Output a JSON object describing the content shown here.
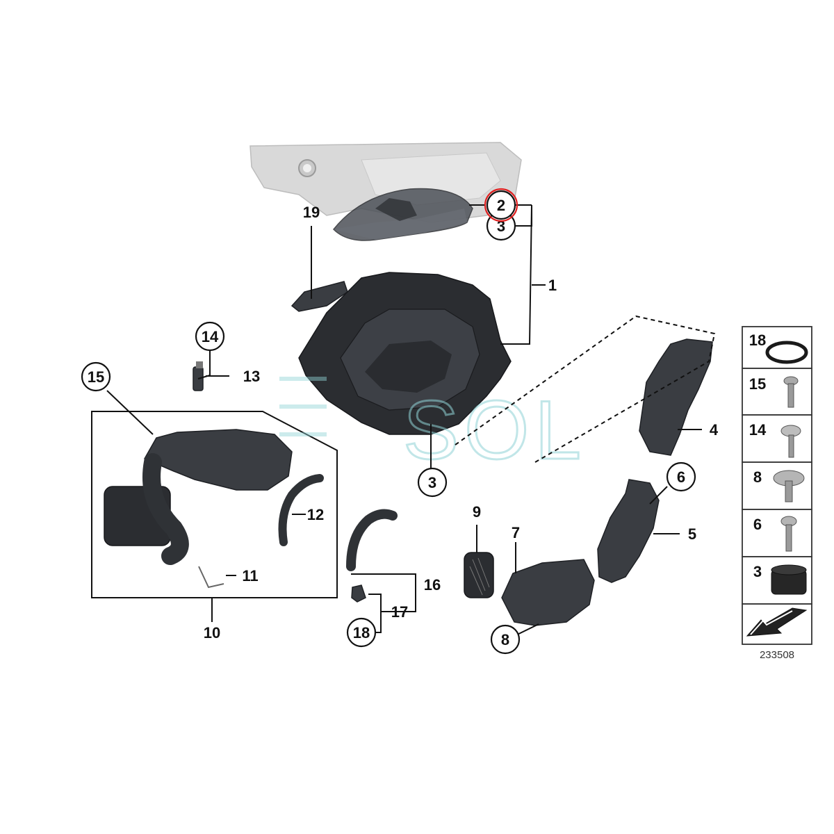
{
  "diagram": {
    "reference_number": "233508",
    "watermark": "SOL",
    "highlight_color": "#e02020",
    "highlighted_part": "2",
    "callouts": {
      "p1": "1",
      "p2": "2",
      "p3a": "3",
      "p3b": "3",
      "p4": "4",
      "p5": "5",
      "p6": "6",
      "p7": "7",
      "p8": "8",
      "p9": "9",
      "p10": "10",
      "p11": "11",
      "p12": "12",
      "p13": "13",
      "p14": "14",
      "p15": "15",
      "p16": "16",
      "p17": "17",
      "p18": "18",
      "p19": "19"
    },
    "side_panel": [
      "18",
      "15",
      "14",
      "8",
      "6",
      "3"
    ]
  }
}
